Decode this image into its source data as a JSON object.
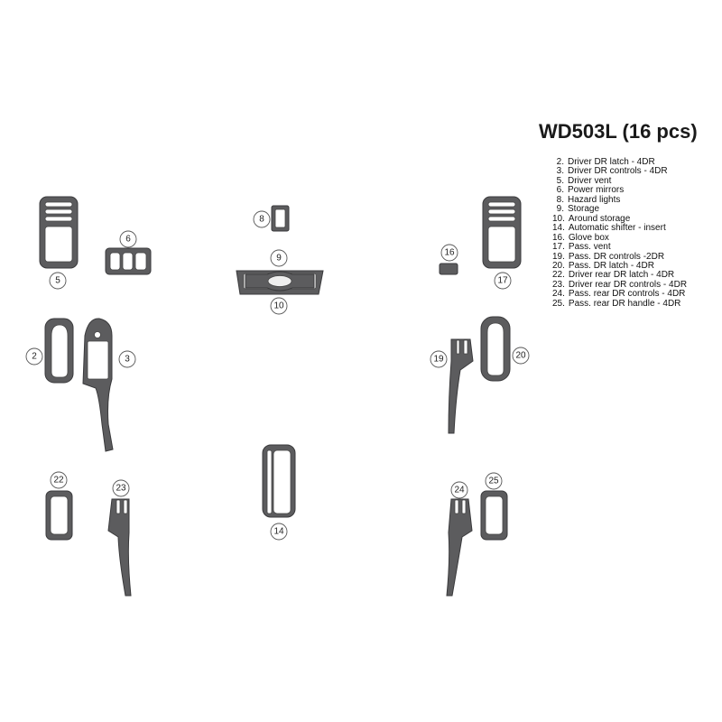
{
  "title": "WD503L (16 pcs)",
  "legend": [
    {
      "num": "2.",
      "label": "Driver DR latch - 4DR"
    },
    {
      "num": "3.",
      "label": "Driver DR controls - 4DR"
    },
    {
      "num": "5.",
      "label": "Driver vent"
    },
    {
      "num": "6.",
      "label": "Power mirrors"
    },
    {
      "num": "8.",
      "label": "Hazard lights"
    },
    {
      "num": "9.",
      "label": "Storage"
    },
    {
      "num": "10.",
      "label": "Around storage"
    },
    {
      "num": "14.",
      "label": "Automatic shifter - insert"
    },
    {
      "num": "16.",
      "label": "Glove box"
    },
    {
      "num": "17.",
      "label": "Pass. vent"
    },
    {
      "num": "19.",
      "label": "Pass. DR controls -2DR"
    },
    {
      "num": "20.",
      "label": "Pass. DR latch - 4DR"
    },
    {
      "num": "22.",
      "label": "Driver rear DR latch - 4DR"
    },
    {
      "num": "23.",
      "label": "Driver rear DR controls - 4DR"
    },
    {
      "num": "24.",
      "label": "Pass. rear DR controls - 4DR"
    },
    {
      "num": "25.",
      "label": "Pass. rear DR handle - 4DR"
    }
  ],
  "callouts": {
    "c2": "2",
    "c3": "3",
    "c5": "5",
    "c6": "6",
    "c8": "8",
    "c9": "9",
    "c10": "10",
    "c14": "14",
    "c16": "16",
    "c17": "17",
    "c19": "19",
    "c20": "20",
    "c22": "22",
    "c23": "23",
    "c24": "24",
    "c25": "25"
  },
  "colors": {
    "part_fill": "#5c5c5e",
    "part_stroke": "#3a3a3c",
    "background": "#ffffff"
  }
}
